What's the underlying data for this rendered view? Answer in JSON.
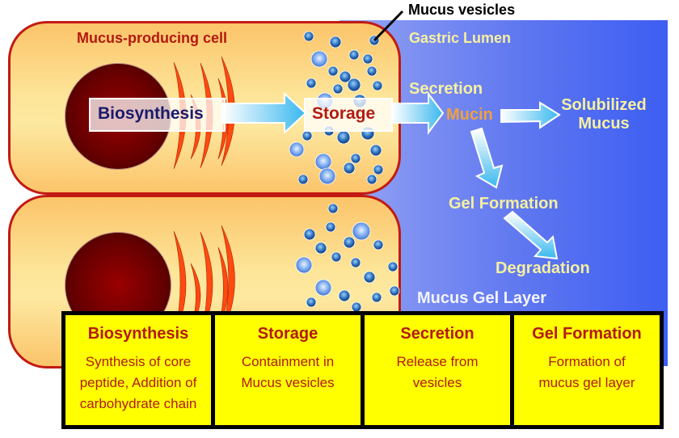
{
  "title_labels": {
    "cell": "Mucus-producing cell",
    "vesicles": "Mucus vesicles",
    "lumen": "Gastric Lumen",
    "gel_layer": "Mucus Gel Layer"
  },
  "flow": {
    "biosynthesis": "Biosynthesis",
    "storage": "Storage",
    "secretion": "Secretion",
    "mucin": "Mucin",
    "solubilized_line1": "Solubilized",
    "solubilized_line2": "Mucus",
    "gel_formation": "Gel Formation",
    "degradation": "Degradation"
  },
  "colors": {
    "cell_border": "#c21a12",
    "label_red": "#b21a10",
    "lumen_text": "#f6f0a0",
    "mucin_text": "#f0a040",
    "biosynthesis_text": "#1a1a6a",
    "table_bg": "#ffff00"
  },
  "table": [
    {
      "heading": "Biosynthesis",
      "lines": [
        "Synthesis of core",
        "peptide, Addition of",
        "carbohydrate chain"
      ]
    },
    {
      "heading": "Storage",
      "lines": [
        "Containment in",
        "Mucus vesicles"
      ]
    },
    {
      "heading": "Secretion",
      "lines": [
        "Release from",
        "vesicles"
      ]
    },
    {
      "heading": "Gel Formation",
      "lines": [
        "Formation of",
        "mucus gel layer"
      ]
    }
  ]
}
